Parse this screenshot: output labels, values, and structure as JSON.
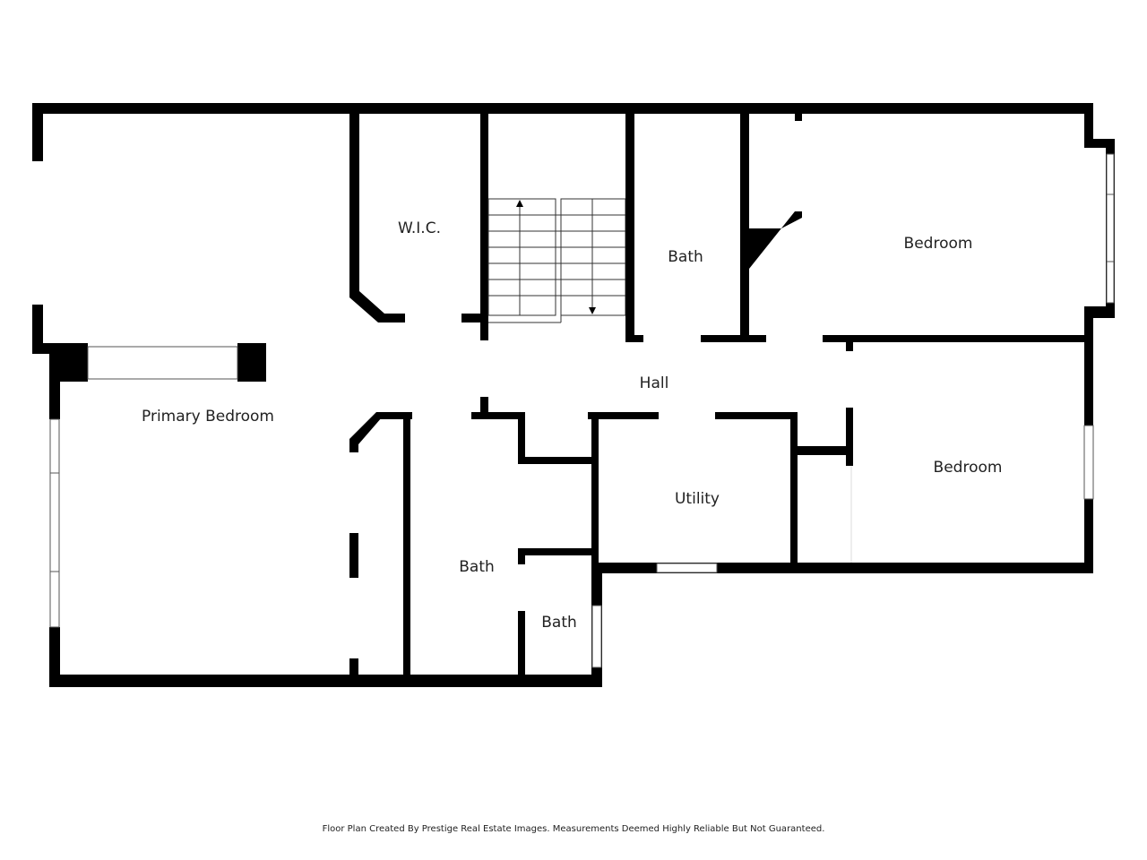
{
  "floor_plan": {
    "rooms": {
      "primary_bedroom": "Primary Bedroom",
      "wic": "W.I.C.",
      "bath_upper": "Bath",
      "bedroom_top_right": "Bedroom",
      "hall": "Hall",
      "bedroom_right": "Bedroom",
      "utility": "Utility",
      "bath_lower": "Bath",
      "bath_small": "Bath"
    },
    "wall_color": "#000000"
  },
  "footer": {
    "disclaimer": "Floor Plan Created By Prestige Real Estate Images. Measurements Deemed Highly Reliable But Not Guaranteed."
  }
}
